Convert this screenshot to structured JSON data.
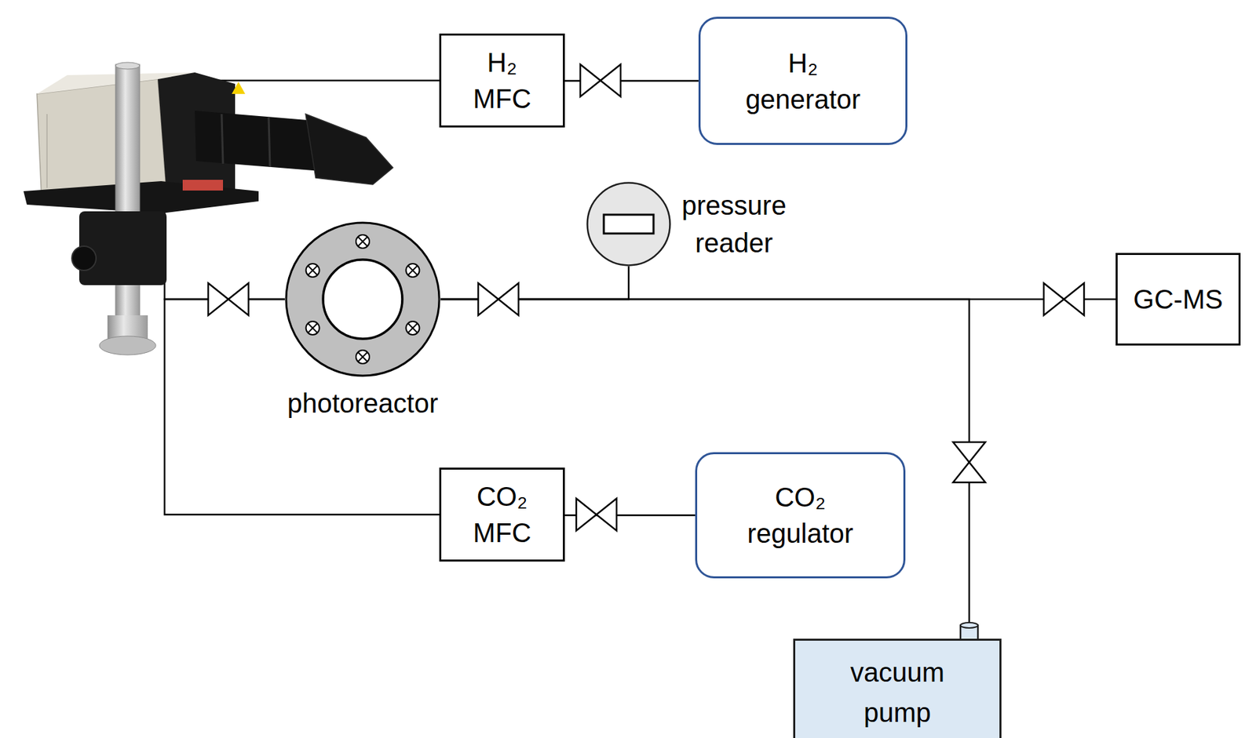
{
  "diagram": {
    "nodes": [
      {
        "text": [
          "H₂ MFC"
        ]
      },
      {
        "text": [
          "H₂ generator"
        ]
      },
      {
        "text": [
          "pressure reader"
        ]
      },
      {
        "text": [
          "photoreactor"
        ]
      },
      {
        "text": [
          "GC-MS"
        ]
      },
      {
        "text": [
          "CO₂ MFC"
        ]
      },
      {
        "text": [
          "CO₂ regulator"
        ]
      },
      {
        "text": [
          "vacuum pump"
        ]
      }
    ],
    "edges": [
      {
        "from": 1,
        "to": 0,
        "arrow": "none"
      },
      {
        "from": 0,
        "to": 3,
        "arrow": "none"
      },
      {
        "from": 6,
        "to": 5,
        "arrow": "none"
      },
      {
        "from": 5,
        "to": 3,
        "arrow": "none"
      },
      {
        "from": 3,
        "to": 2,
        "arrow": "none"
      },
      {
        "from": 3,
        "to": 4,
        "arrow": "none"
      },
      {
        "from": 3,
        "to": 7,
        "arrow": "none"
      }
    ]
  }
}
